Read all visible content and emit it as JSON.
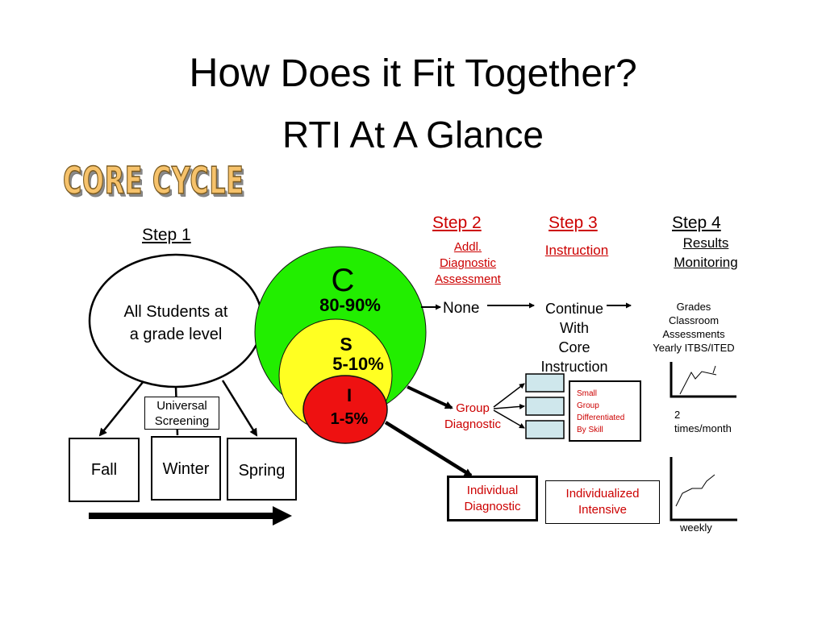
{
  "title": {
    "line1_lead": "How",
    "line1_rest": " Does it Fit Together?",
    "line2": "RTI At A Glance"
  },
  "banner": "CORE CYCLE",
  "steps": {
    "step1": {
      "label": "Step 1"
    },
    "step2": {
      "label": "Step 2",
      "sub_line1": "Addl.",
      "sub_line2": "Diagnostic",
      "sub_line3": "Assessment"
    },
    "step3": {
      "label": "Step 3",
      "sub": "Instruction"
    },
    "step4": {
      "label": "Step 4",
      "sub_line1": "Results",
      "sub_line2": "Monitoring"
    }
  },
  "students": {
    "line1": "All Students at",
    "line2": "a grade level"
  },
  "screening": {
    "line1": "Universal",
    "line2": "Screening"
  },
  "seasons": {
    "fall": "Fall",
    "winter": "Winter",
    "spring": "Spring"
  },
  "tiers": {
    "core": {
      "letter": "C",
      "percent": "80-90%",
      "color": "#22ee00"
    },
    "strategic": {
      "letter": "S",
      "percent": "5-10%",
      "color": "#ffff22"
    },
    "intensive": {
      "letter": "I",
      "percent": "1-5%",
      "color": "#ee1111"
    }
  },
  "flow": {
    "none": "None",
    "continue_line1": "Continue",
    "continue_line2": "With",
    "continue_line3": "Core",
    "continue_line4": "Instruction",
    "group_line1": "Group",
    "group_line2": "Diagnostic",
    "small_group": {
      "line1": "Small",
      "line2": "Group",
      "line3": "Differentiated",
      "line4": "By Skill"
    },
    "individual_diag_line1": "Individual",
    "individual_diag_line2": "Diagnostic",
    "individualized_line1": "Individualized",
    "individualized_line2": "Intensive"
  },
  "monitoring": {
    "grades_line1": "Grades",
    "grades_line2": "Classroom",
    "grades_line3": "Assessments",
    "grades_line4": "Yearly ITBS/ITED",
    "freq_line1": "2",
    "freq_line2": "times/month",
    "weekly": "weekly"
  },
  "colors": {
    "accent_red": "#cc0000",
    "group_box_fill": "#cfe7ec"
  }
}
